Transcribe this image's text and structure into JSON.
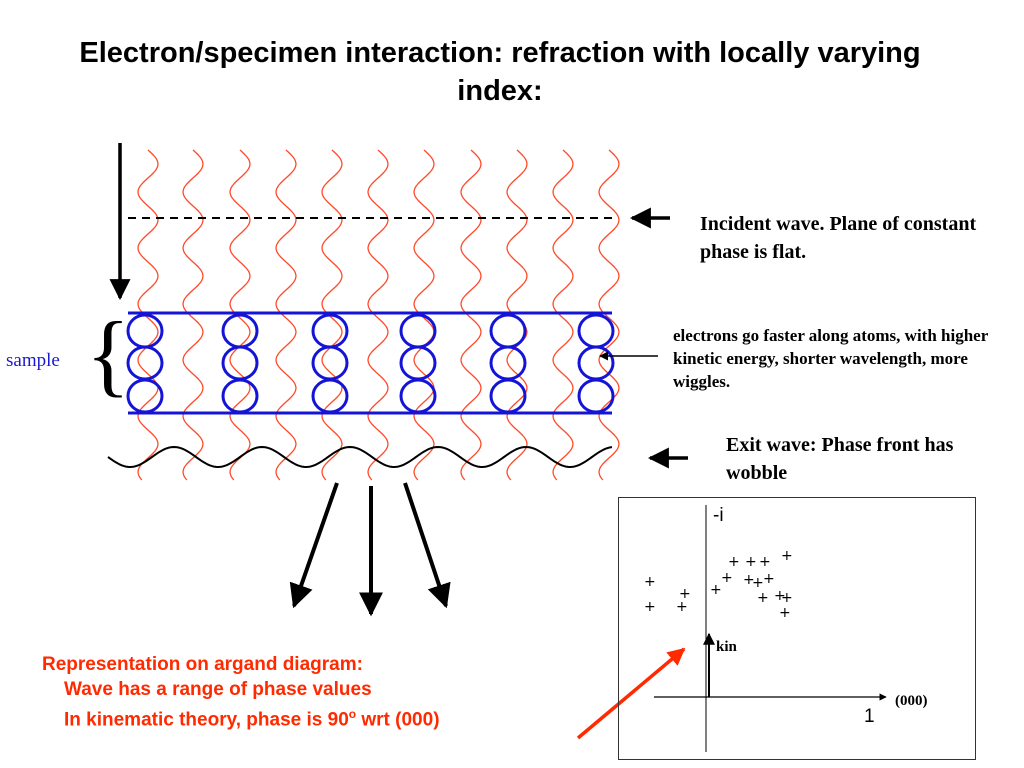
{
  "title": "Electron/specimen interaction: refraction with locally varying index:",
  "labels": {
    "incident": "Incident wave.  Plane of constant phase is flat.",
    "electrons": "electrons go faster along atoms, with higher kinetic energy, shorter wavelength, more wiggles.",
    "exit": "Exit wave: Phase front has wobble",
    "sample": "sample",
    "brace": "{"
  },
  "representation": {
    "line1": "Representation on argand diagram:",
    "line2": "Wave has a range of phase values",
    "line3_pre": "In kinematic theory, phase is 90",
    "line3_sup": "o",
    "line3_post": "  wrt (000)"
  },
  "argand": {
    "imag_label": "-i",
    "real_label": "1",
    "kin_label": "kin",
    "origin_label": "(000)",
    "plus_symbol": "+"
  },
  "colors": {
    "wave": "#ff4a2a",
    "atoms": "#1414d6",
    "arrow": "#000000",
    "callout": "#ff2a00",
    "sample": "#1a1ad0"
  }
}
